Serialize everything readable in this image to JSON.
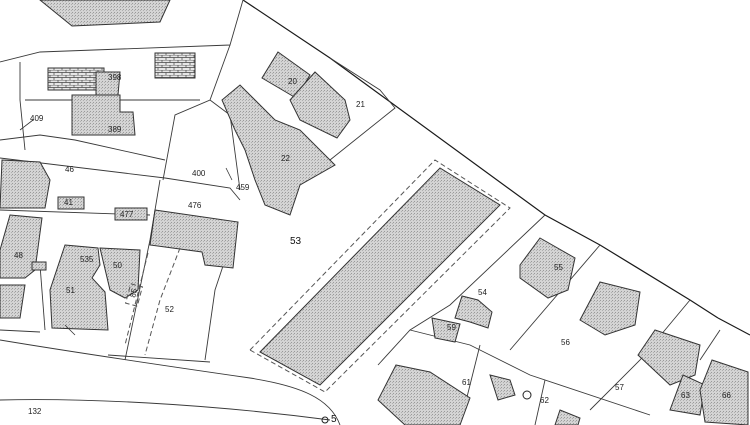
{
  "map": {
    "parcels": [
      "53",
      "132",
      "400",
      "409",
      "459",
      "476",
      "477",
      "41",
      "46",
      "48",
      "50",
      "51",
      "52",
      "535",
      "54",
      "55",
      "56",
      "57",
      "59",
      "61",
      "62",
      "63",
      "66",
      "20",
      "21",
      "22",
      "389",
      "398",
      "5"
    ],
    "labels": {
      "p20": "20",
      "p21": "21",
      "p22": "22",
      "p389": "389",
      "p398": "398",
      "p409": "409",
      "p400": "400",
      "p459": "459",
      "p46": "46",
      "p41": "41",
      "p477": "477",
      "p476": "476",
      "p48": "48",
      "p535": "535",
      "p50": "50",
      "p51": "51",
      "p52": "52",
      "p53": "53",
      "p54": "54",
      "p55": "55",
      "p56": "56",
      "p57": "57",
      "p59": "59",
      "p61": "61",
      "p62": "62",
      "p63": "63",
      "p66": "66",
      "p132": "132",
      "p5": "5",
      "p85": "85"
    }
  }
}
